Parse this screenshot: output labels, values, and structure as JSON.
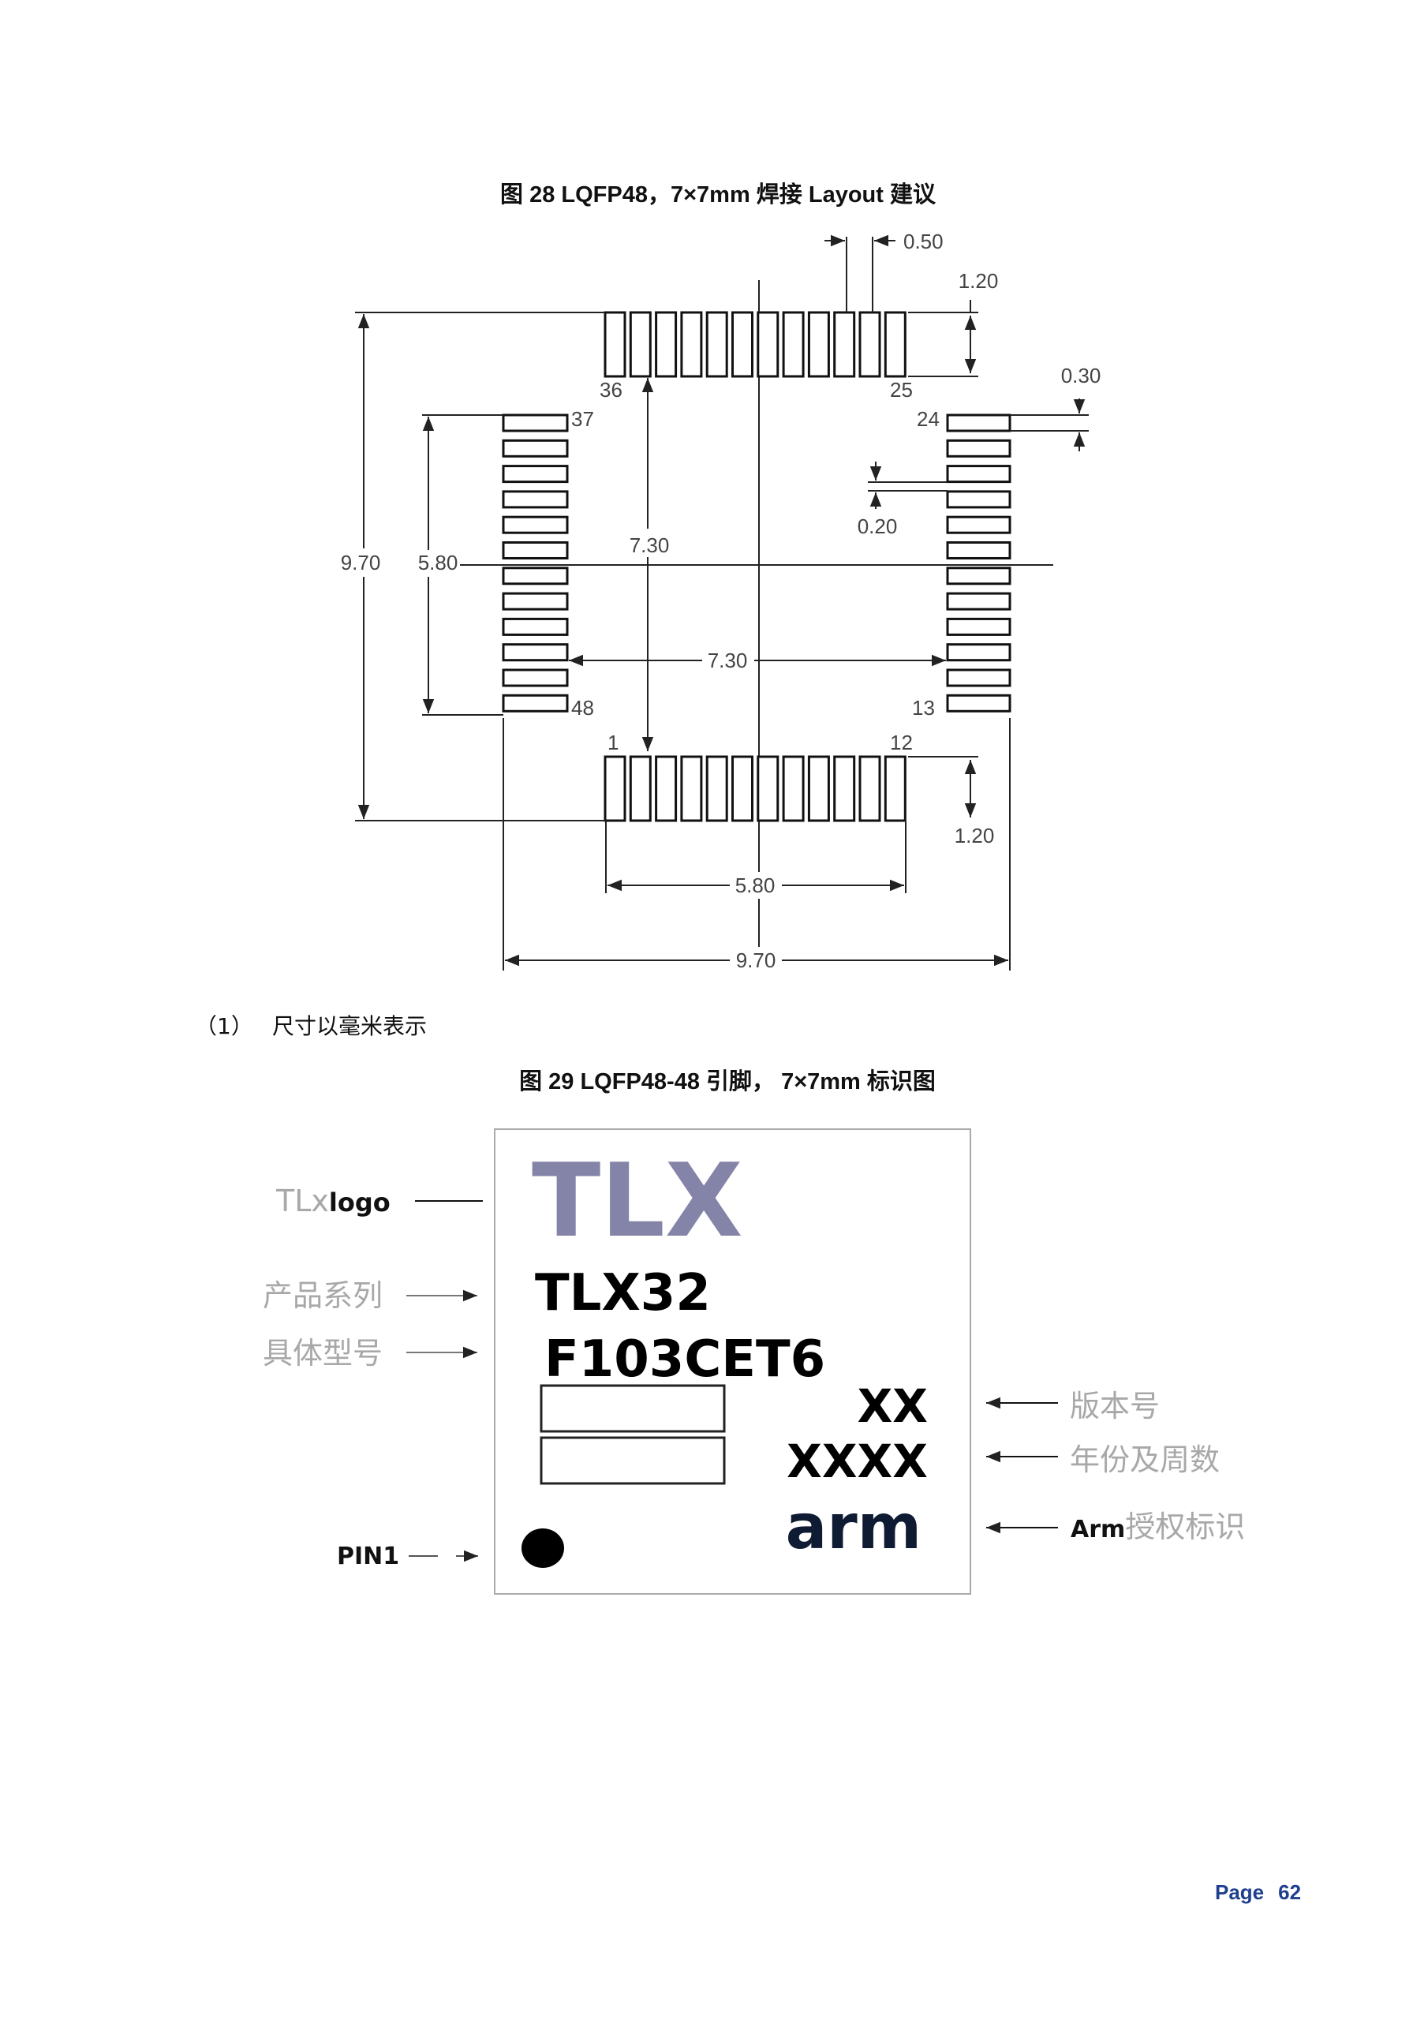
{
  "figure28": {
    "caption": "图 28 LQFP48，7×7mm 焊接 Layout 建议",
    "pin_labels": {
      "p1": "1",
      "p12": "12",
      "p13": "13",
      "p24": "24",
      "p25": "25",
      "p36": "36",
      "p37": "37",
      "p48": "48"
    },
    "dims": {
      "pitch": "0.50",
      "pad_len_top": "1.20",
      "pad_len_bottom": "1.20",
      "pad_width": "0.30",
      "gap": "0.20",
      "outer_v": "9.70",
      "inner_v": "5.80",
      "span_v": "7.30",
      "span_h": "7.30",
      "inner_h": "5.80",
      "outer_h": "9.70"
    }
  },
  "footnote": {
    "num": "（1）",
    "text": "尺寸以毫米表示"
  },
  "figure29": {
    "caption": "图 29 LQFP48-48 引脚， 7×7mm 标识图",
    "chip": {
      "logo": "TLX",
      "series": "TLX32",
      "model": "F103CET6",
      "version": "XX",
      "date_code": "XXXX",
      "arm": "arm"
    },
    "labels": {
      "logo_prefix": "TLx",
      "logo_suffix": "logo",
      "series": "产品系列",
      "model": "具体型号",
      "pin1": "PIN1",
      "version": "版本号",
      "date_code": "年份及周数",
      "arm_prefix": "Arm",
      "arm_suffix": "授权标识"
    },
    "colors": {
      "logo": "#8484a8",
      "arm": "#0e1b33"
    }
  },
  "footer": {
    "page_label": "Page",
    "page_number": "62"
  }
}
